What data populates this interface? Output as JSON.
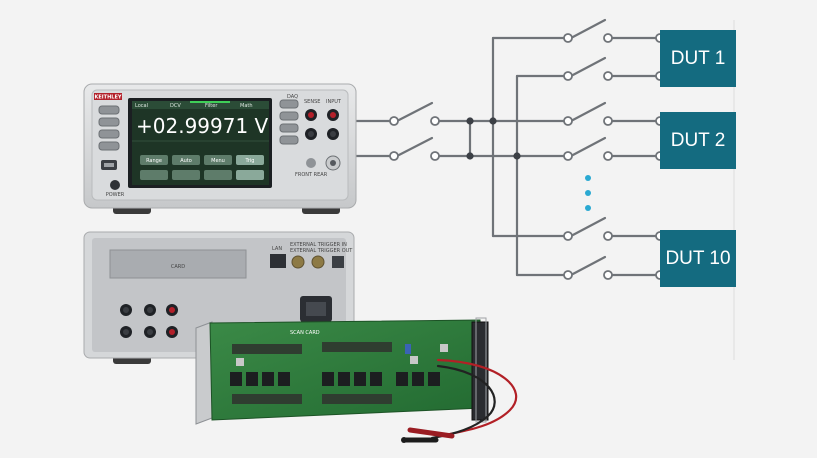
{
  "dmm": {
    "brand": "KEITHLEY",
    "model": "DAQ",
    "reading": "+02.99971 V",
    "screen_header": [
      "Local",
      "DCV",
      "Filter",
      "Math"
    ],
    "screen_buttons": [
      "Range",
      "Auto",
      "Menu",
      "Trig"
    ],
    "panel_labels": {
      "sense": "SENSE",
      "input": "INPUT",
      "front_rear": "FRONT REAR",
      "power": "POWER"
    }
  },
  "rear_panel": {
    "trigger_in": "EXTERNAL TRIGGER IN",
    "trigger_out": "EXTERNAL TRIGGER OUT",
    "card_slot": "CARD",
    "lan": "LAN"
  },
  "card": {
    "name": "SCAN CARD"
  },
  "duts": [
    {
      "label": "DUT 1"
    },
    {
      "label": "DUT 2"
    },
    {
      "label": "DUT 10"
    }
  ],
  "colors": {
    "dut_fill": "#146b80",
    "wire": "#6f7378",
    "node": "#3c4046",
    "ellipsis": "#2aa9d2",
    "pcb": "#2f7d3c",
    "screen": "#1e3526"
  }
}
